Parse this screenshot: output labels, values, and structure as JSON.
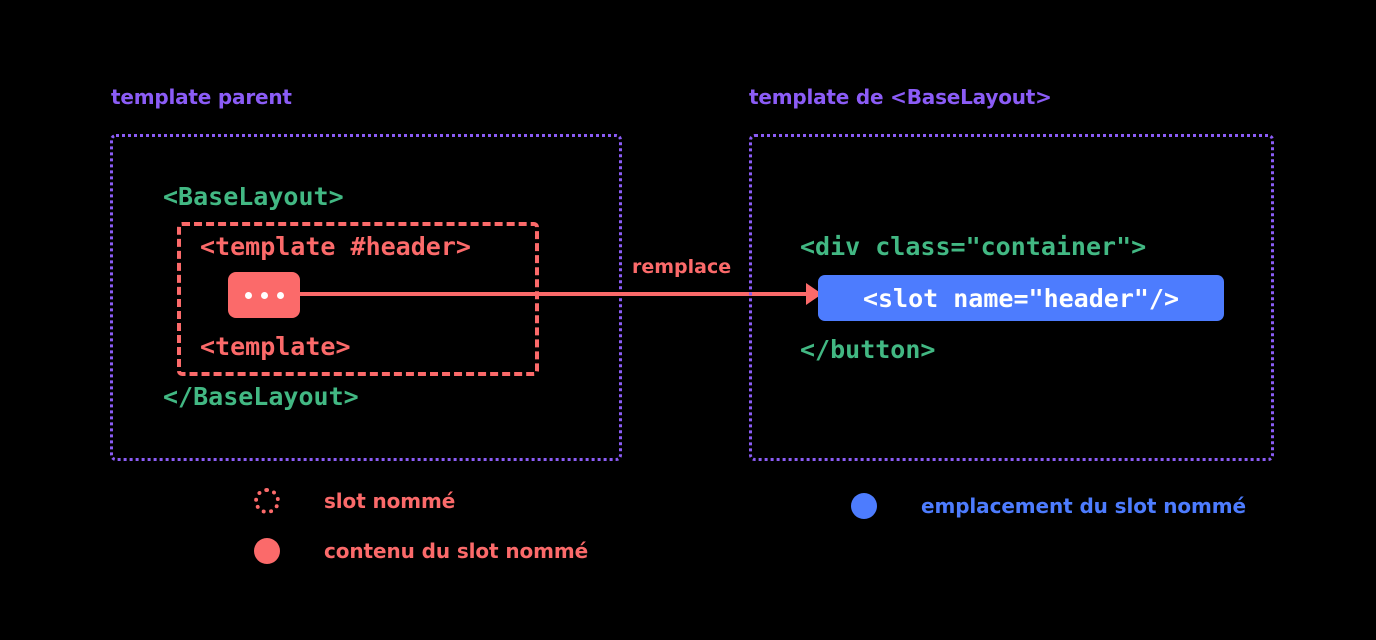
{
  "panels": {
    "left": {
      "title": "template parent",
      "lines": {
        "component_open": "<BaseLayout>",
        "template_open": "<template #header>",
        "template_close": "<template>",
        "component_close": "</BaseLayout>"
      },
      "slot_content_chip": "..."
    },
    "right": {
      "title": "template de <BaseLayout>",
      "lines": {
        "div_open": "<div class=\"container\">",
        "slot": "<slot name=\"header\"/>",
        "button_close": "</button>"
      }
    }
  },
  "arrow": {
    "label": "remplace"
  },
  "legend": [
    {
      "marker": "dotted-ring-icon",
      "label": "slot nommé",
      "color": "#fb6a6a"
    },
    {
      "marker": "filled-circle-icon",
      "label": "contenu du slot nommé",
      "color": "#fb6a6a"
    },
    {
      "marker": "filled-circle-icon",
      "label": "emplacement du slot nommé",
      "color": "#4d7cfe"
    }
  ],
  "colors": {
    "background": "#000000",
    "purple": "#8b5cf6",
    "green": "#42b883",
    "red": "#fb6a6a",
    "blue": "#4d7cfe",
    "white": "#ffffff"
  }
}
